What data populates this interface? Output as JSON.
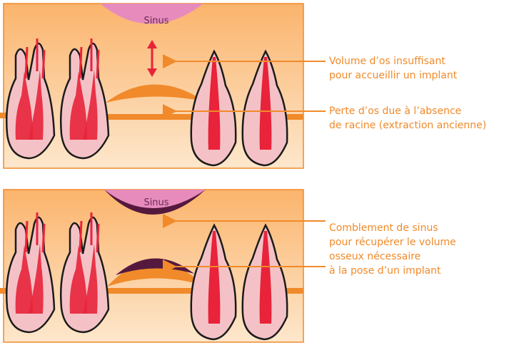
{
  "top_panel": {
    "sinus_label": "Sinus",
    "annotations": [
      {
        "line1": "Volume d’os insuffisant",
        "line2": "pour accueillir un implant"
      },
      {
        "line1": "Perte d’os due à l’absence",
        "line2": "de racine (extraction ancienne)"
      }
    ]
  },
  "bottom_panel": {
    "sinus_label": "Sinus",
    "annotation_lines": [
      "Comblement de sinus",
      "pour récupérer le volume",
      "osseux nécessaire",
      "à la pose d’un implant"
    ]
  },
  "colors": {
    "bone": "#fbc285",
    "bone_light": "#fde7cc",
    "gum": "#f08a2a",
    "accent_text": "#f08a2a",
    "sinus": "#e78bbd",
    "sinus_text": "#6a2b55",
    "graft": "#54193d",
    "nerve": "#e8233a",
    "tooth_fill": "#f4c2c6",
    "arrow": "#e8233a"
  }
}
